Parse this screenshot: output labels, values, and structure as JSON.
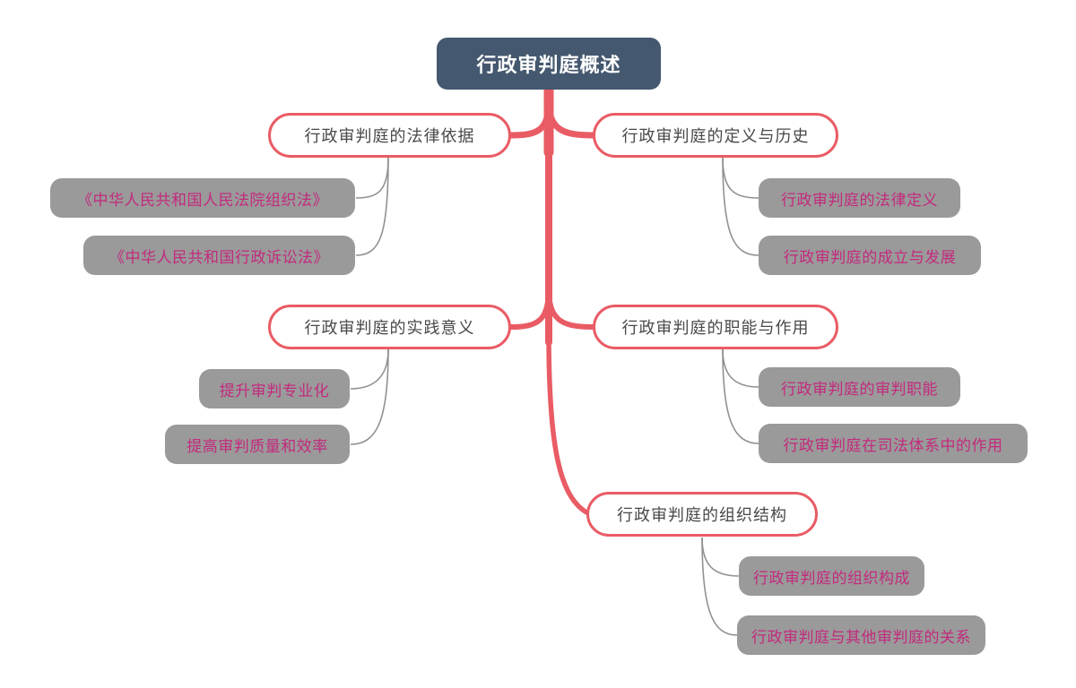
{
  "colors": {
    "root_bg": "#44586f",
    "root_text": "#ffffff",
    "branch_border": "#e95c65",
    "branch_text": "#484848",
    "sub_bg": "#9a9a9a",
    "sub_text": "#c32a7d",
    "connector_gray": "#919191",
    "background": "#ffffff"
  },
  "mindmap": {
    "root": {
      "label": "行政审判庭概述"
    },
    "branches": [
      {
        "label": "行政审判庭的法律依据",
        "children": [
          {
            "label": "《中华人民共和国人民法院组织法》"
          },
          {
            "label": "《中华人民共和国行政诉讼法》"
          }
        ]
      },
      {
        "label": "行政审判庭的定义与历史",
        "children": [
          {
            "label": "行政审判庭的法律定义"
          },
          {
            "label": "行政审判庭的成立与发展"
          }
        ]
      },
      {
        "label": "行政审判庭的实践意义",
        "children": [
          {
            "label": "提升审判专业化"
          },
          {
            "label": "提高审判质量和效率"
          }
        ]
      },
      {
        "label": "行政审判庭的职能与作用",
        "children": [
          {
            "label": "行政审判庭的审判职能"
          },
          {
            "label": "行政审判庭在司法体系中的作用"
          }
        ]
      },
      {
        "label": "行政审判庭的组织结构",
        "children": [
          {
            "label": "行政审判庭的组织构成"
          },
          {
            "label": "行政审判庭与其他审判庭的关系"
          }
        ]
      }
    ]
  }
}
